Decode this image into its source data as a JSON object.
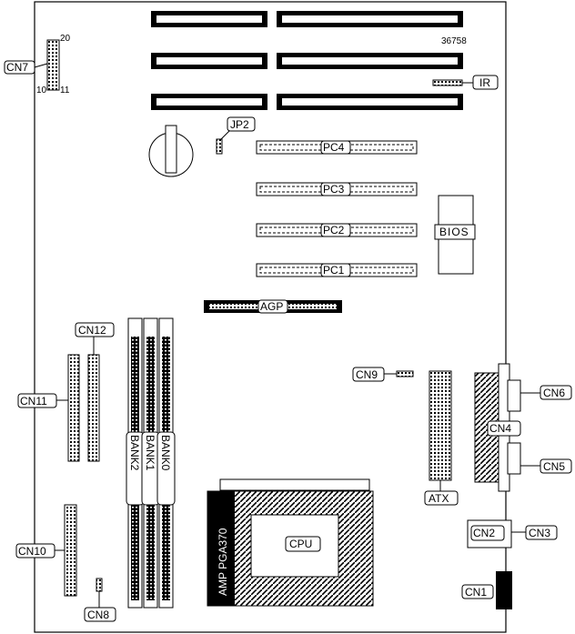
{
  "diagram": {
    "board_id": "36758",
    "labels": {
      "cn7": "CN7",
      "cn7_pin_top": "20",
      "cn7_pin_bl": "10",
      "cn7_pin_br": "11",
      "ir": "IR",
      "jp2": "JP2",
      "pc4": "PC4",
      "pc3": "PC3",
      "pc2": "PC2",
      "pc1": "PC1",
      "bios": "BIOS",
      "agp": "AGP",
      "cn12": "CN12",
      "cn11": "CN11",
      "cn10": "CN10",
      "cn8": "CN8",
      "cn9": "CN9",
      "bank2": "BANK2",
      "bank1": "BANK1",
      "bank0": "BANK0",
      "cpu": "CPU",
      "socket": "AMP PGA370",
      "atx": "ATX",
      "cn6": "CN6",
      "cn4": "CN4",
      "cn5": "CN5",
      "cn2": "CN2",
      "cn3": "CN3",
      "cn1": "CN1"
    }
  }
}
